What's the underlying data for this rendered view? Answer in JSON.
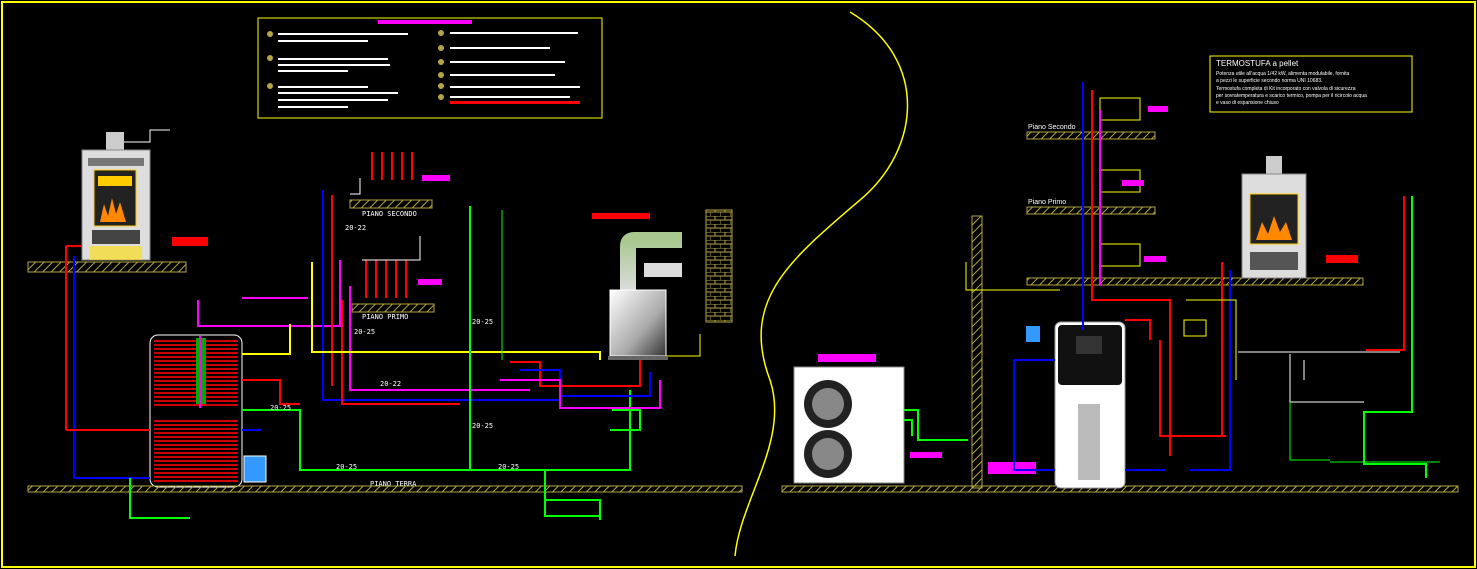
{
  "left_scheme": {
    "floor_labels": {
      "second": "PIANO SECONDO",
      "first": "PIANO PRIMO",
      "ground": "PIANO TERRA"
    },
    "pipe_tags": [
      "20-22",
      "20-25",
      "20-22",
      "20-25",
      "20-25",
      "20-25",
      "20-25",
      "20-25"
    ]
  },
  "right_scheme": {
    "floor_labels": {
      "second": "Piano Secondo",
      "first": "Piano Primo"
    },
    "note": {
      "title": "TERMOSTUFA  a pellet",
      "lines": [
        "Potenza utile all'acqua  1/42 kW, alimenta modulabile, fornita",
        "a pezzi le superficie secondo norma UNI 10683.",
        "Termostufa  completa di  Kit incorporato  con valvola di  sicurezza",
        "per sovratemperatura e scarico termico, pompa per il ricircolo acqua",
        "e vaso di espansione chiuso"
      ]
    }
  },
  "colors": {
    "background": "#000000",
    "border": "#ffff00",
    "hot_water": "#ff0000",
    "cold_water": "#0000ff",
    "return_line": "#00ff00",
    "recirculation": "#ff00ff",
    "highlight": "#ff00ff",
    "wall_hatch": "#b5a642",
    "text": "#ffffff"
  },
  "icons": {
    "stove": "pellet-stove-icon",
    "tank": "storage-tank-icon",
    "boiler": "wall-boiler-icon",
    "heat_pump": "heat-pump-fan-icon",
    "water_heater": "heat-pump-water-heater-icon"
  }
}
